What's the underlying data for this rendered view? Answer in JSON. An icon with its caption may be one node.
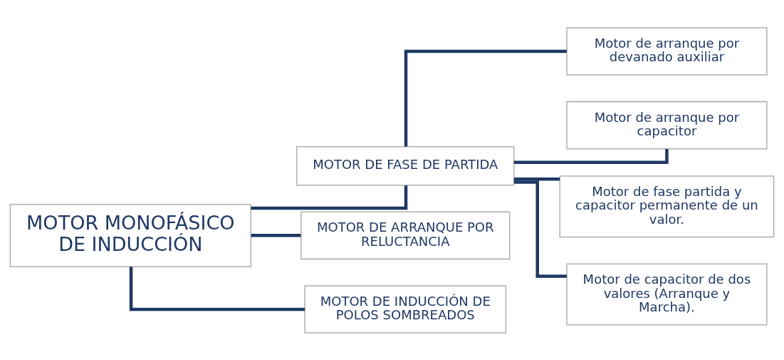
{
  "diagram": {
    "nodes": [
      {
        "text": [
          "MOTOR MONOFÁSICO DE INDUCCIÓN"
        ]
      },
      {
        "text": [
          "MOTOR DE FASE DE PARTIDA"
        ]
      },
      {
        "text": [
          "MOTOR DE ARRANQUE POR RELUCTANCIA"
        ]
      },
      {
        "text": [
          "MOTOR DE INDUCCIÓN DE POLOS SOMBREADOS"
        ]
      },
      {
        "text": [
          "Motor de arranque por devanado auxiliar"
        ]
      },
      {
        "text": [
          "Motor de arranque por capacitor"
        ]
      },
      {
        "text": [
          "Motor de fase partida y capacitor permanente de un valor."
        ]
      },
      {
        "text": [
          "Motor de capacitor de dos valores (Arranque y Marcha)."
        ]
      }
    ],
    "edges": [
      {
        "from": 0,
        "to": 1,
        "arrow": "none"
      },
      {
        "from": 0,
        "to": 2,
        "arrow": "none"
      },
      {
        "from": 0,
        "to": 3,
        "arrow": "none"
      },
      {
        "from": 1,
        "to": 4,
        "arrow": "none"
      },
      {
        "from": 1,
        "to": 5,
        "arrow": "none"
      },
      {
        "from": 1,
        "to": 6,
        "arrow": "none"
      },
      {
        "from": 1,
        "to": 7,
        "arrow": "none"
      }
    ]
  }
}
